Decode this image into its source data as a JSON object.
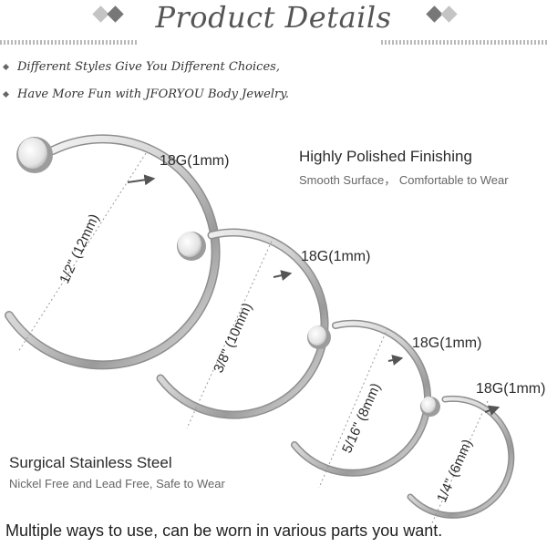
{
  "header": {
    "title": "Product Details"
  },
  "taglines": [
    "Different Styles Give You Different Choices,",
    "Have More Fun with JFORYOU Body Jewelry."
  ],
  "features": {
    "polished": {
      "title": "Highly Polished Finishing",
      "subtitle": "Smooth Surface，  Comfortable to Wear"
    },
    "steel": {
      "title": "Surgical Stainless Steel",
      "subtitle": "Nickel Free and Lead Free, Safe to Wear"
    }
  },
  "rings": [
    {
      "diameter": "1/2\" (12mm)",
      "gauge": "18G(1mm)"
    },
    {
      "diameter": "3/8\" (10mm)",
      "gauge": "18G(1mm)"
    },
    {
      "diameter": "5/16\" (8mm)",
      "gauge": "18G(1mm)"
    },
    {
      "diameter": "1/4\" (6mm)",
      "gauge": "18G(1mm)"
    }
  ],
  "footer": "Multiple ways to use, can be worn in various parts you want.",
  "colors": {
    "metal_light": "#f4f4f4",
    "metal_dark": "#8e8e8e",
    "text": "#2b2b2b",
    "accent_gray": "#777777"
  }
}
